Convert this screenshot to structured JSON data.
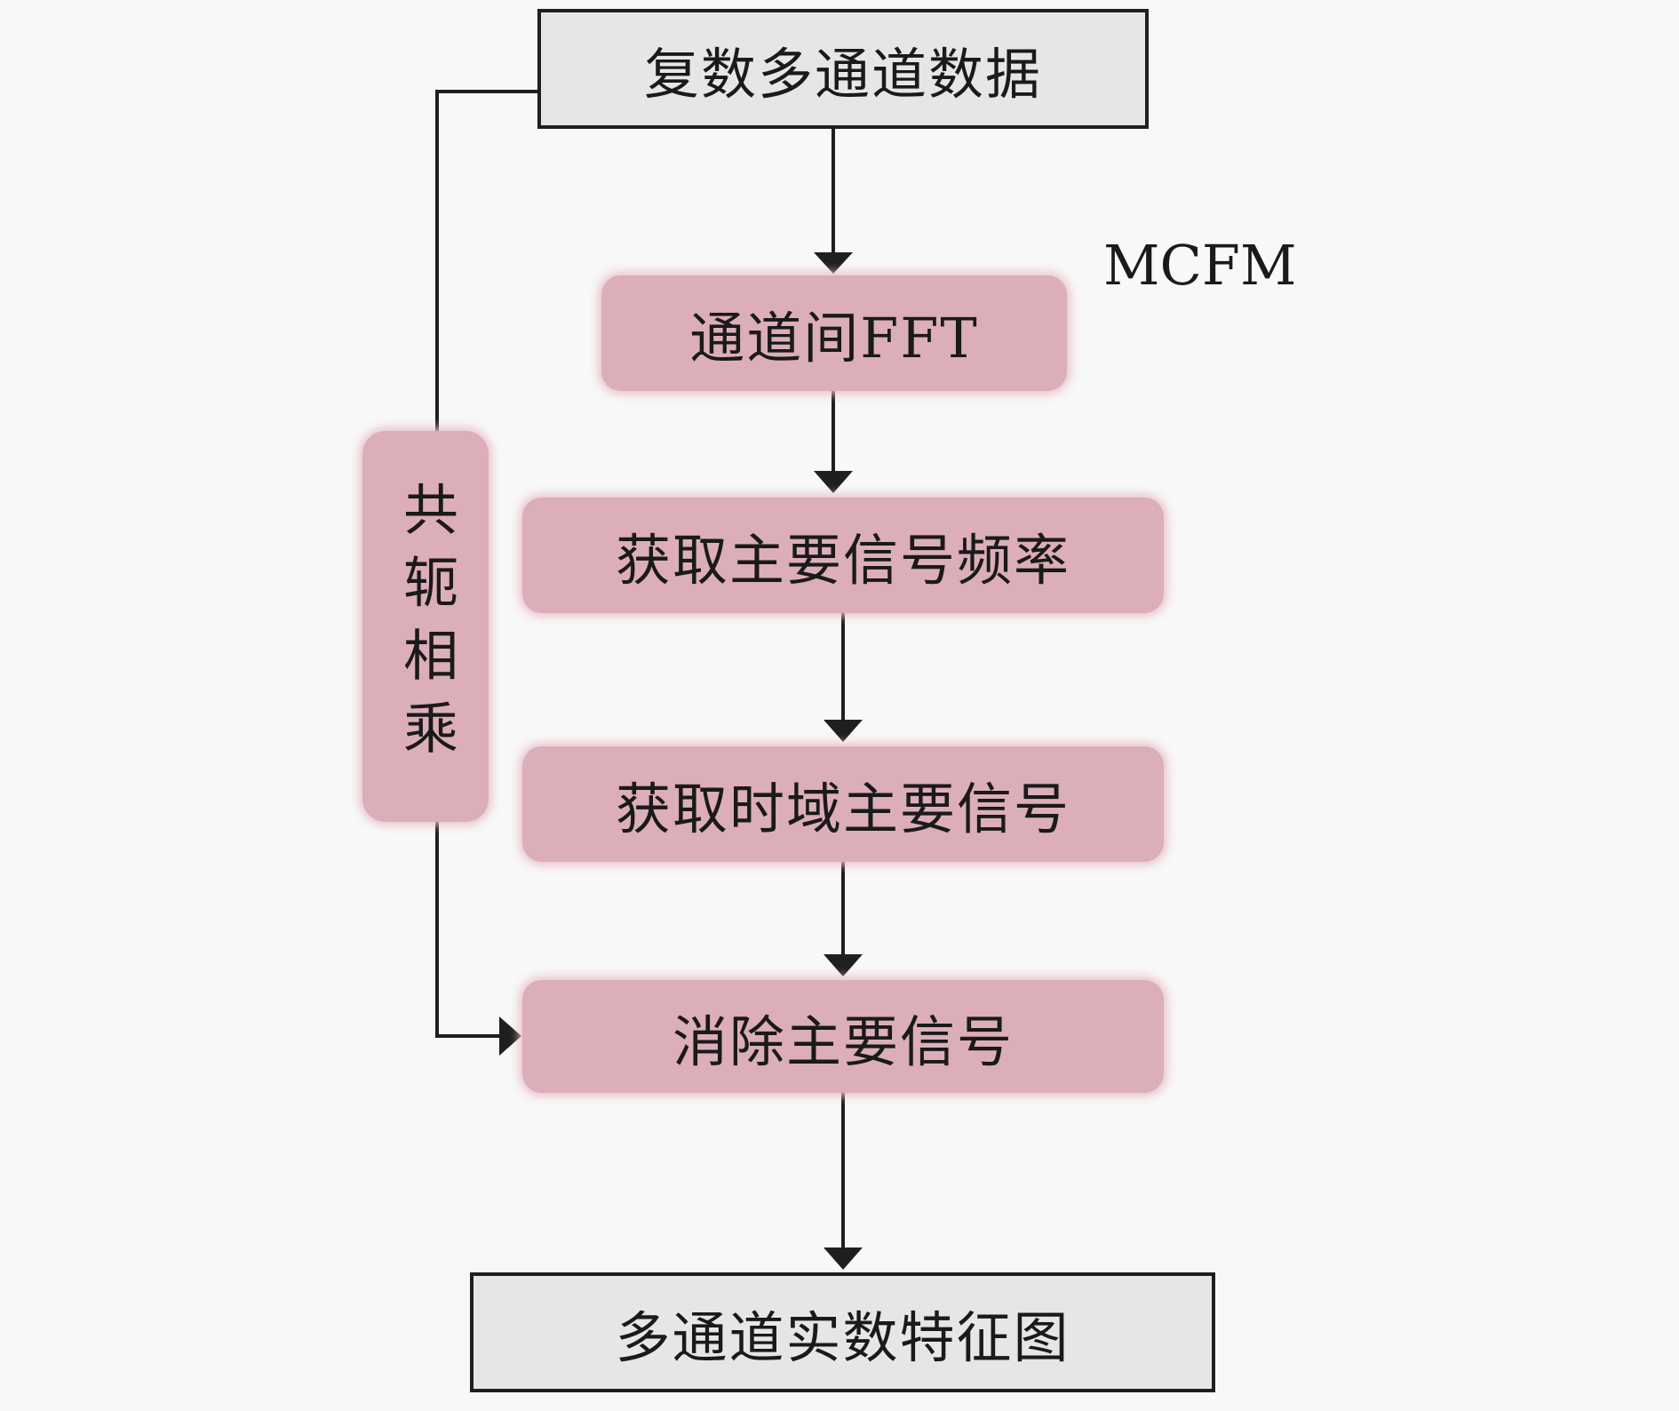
{
  "nodes": {
    "input": "复数多通道数据",
    "fft": "通道间FFT",
    "freq": "获取主要信号频率",
    "time": "获取时域主要信号",
    "cancel": "消除主要信号",
    "output": "多通道实数特征图",
    "conj": "共轭相乘"
  },
  "group_label": "MCFM",
  "colors": {
    "process_fill": "#dcaeb9",
    "io_fill": "#e6e6e6",
    "line": "#1f1f1f",
    "background": "#f8f8f8"
  }
}
